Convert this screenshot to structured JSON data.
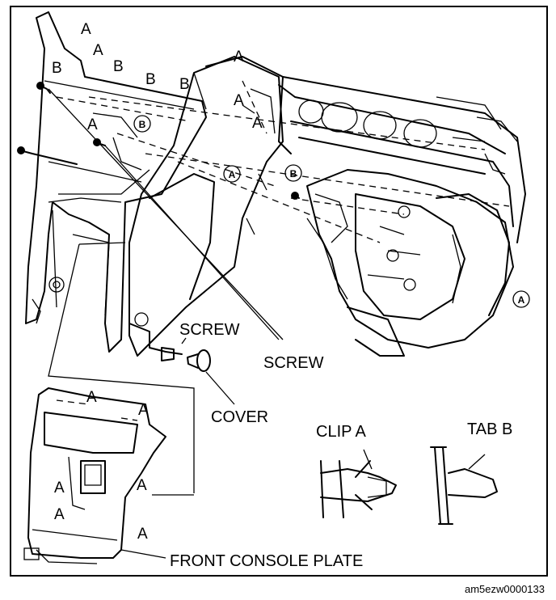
{
  "labels": {
    "a": "A",
    "b": "B",
    "screw": "SCREW",
    "cover": "COVER",
    "clip_a": "CLIP A",
    "tab_b": "TAB B",
    "front_console_plate": "FRONT CONSOLE PLATE",
    "reference_code": "am5ezw0000133"
  },
  "colors": {
    "line": "#000000",
    "background": "#ffffff"
  }
}
